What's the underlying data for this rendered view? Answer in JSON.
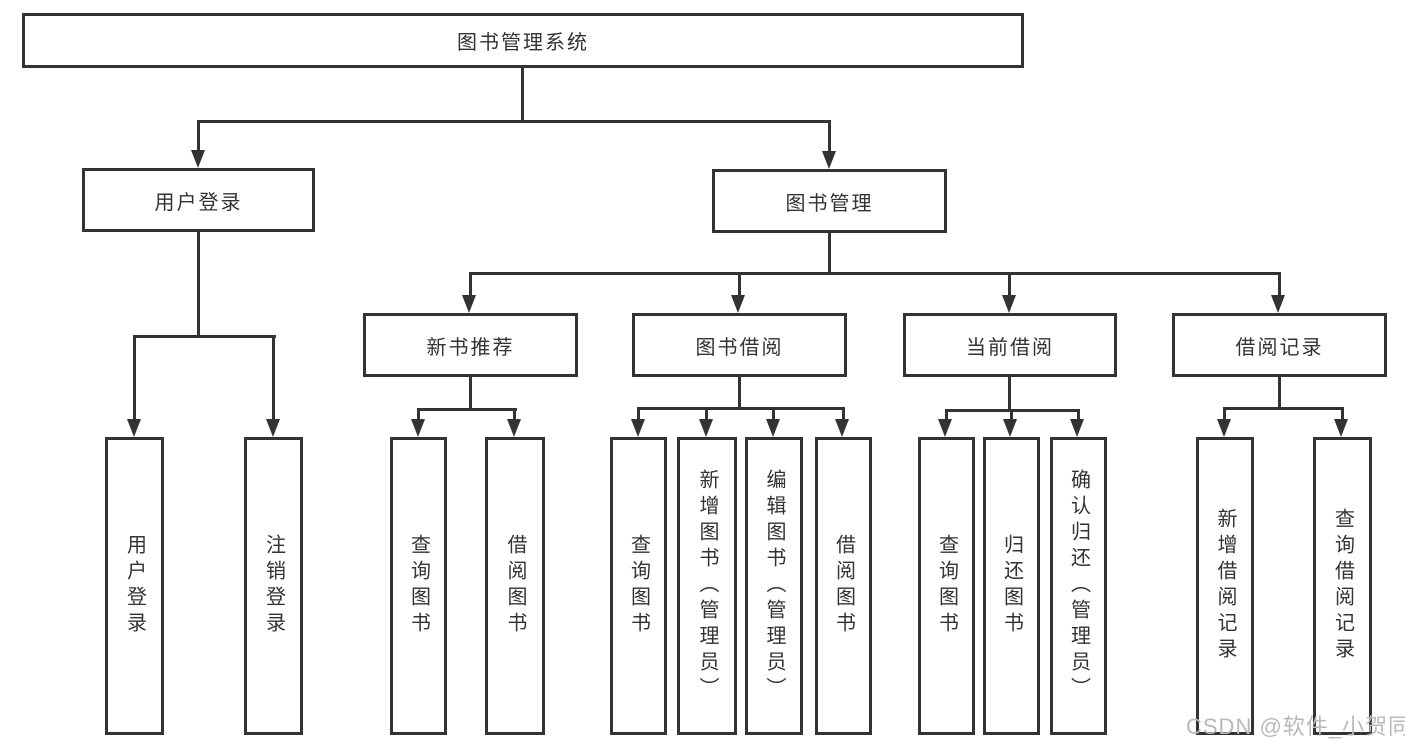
{
  "tree": {
    "root": {
      "label": "图书管理系统"
    },
    "children": [
      {
        "label": "用户登录",
        "children": [
          {
            "label": "用户登录"
          },
          {
            "label": "注销登录"
          }
        ]
      },
      {
        "label": "图书管理",
        "children": [
          {
            "label": "新书推荐",
            "children": [
              {
                "label": "查询图书"
              },
              {
                "label": "借阅图书"
              }
            ]
          },
          {
            "label": "图书借阅",
            "children": [
              {
                "label": "查询图书"
              },
              {
                "label": "新增图书（管理员）"
              },
              {
                "label": "编辑图书（管理员）"
              },
              {
                "label": "借阅图书"
              }
            ]
          },
          {
            "label": "当前借阅",
            "children": [
              {
                "label": "查询图书"
              },
              {
                "label": "归还图书"
              },
              {
                "label": "确认归还（管理员）"
              }
            ]
          },
          {
            "label": "借阅记录",
            "children": [
              {
                "label": "新增借阅记录"
              },
              {
                "label": "查询借阅记录"
              }
            ]
          }
        ]
      }
    ]
  },
  "watermark": {
    "text": "CSDN @软件_小贺同学"
  },
  "colors": {
    "line": "#333333",
    "text": "#333333",
    "watermark_text": "#b9b9b9",
    "background": "#ffffff"
  }
}
